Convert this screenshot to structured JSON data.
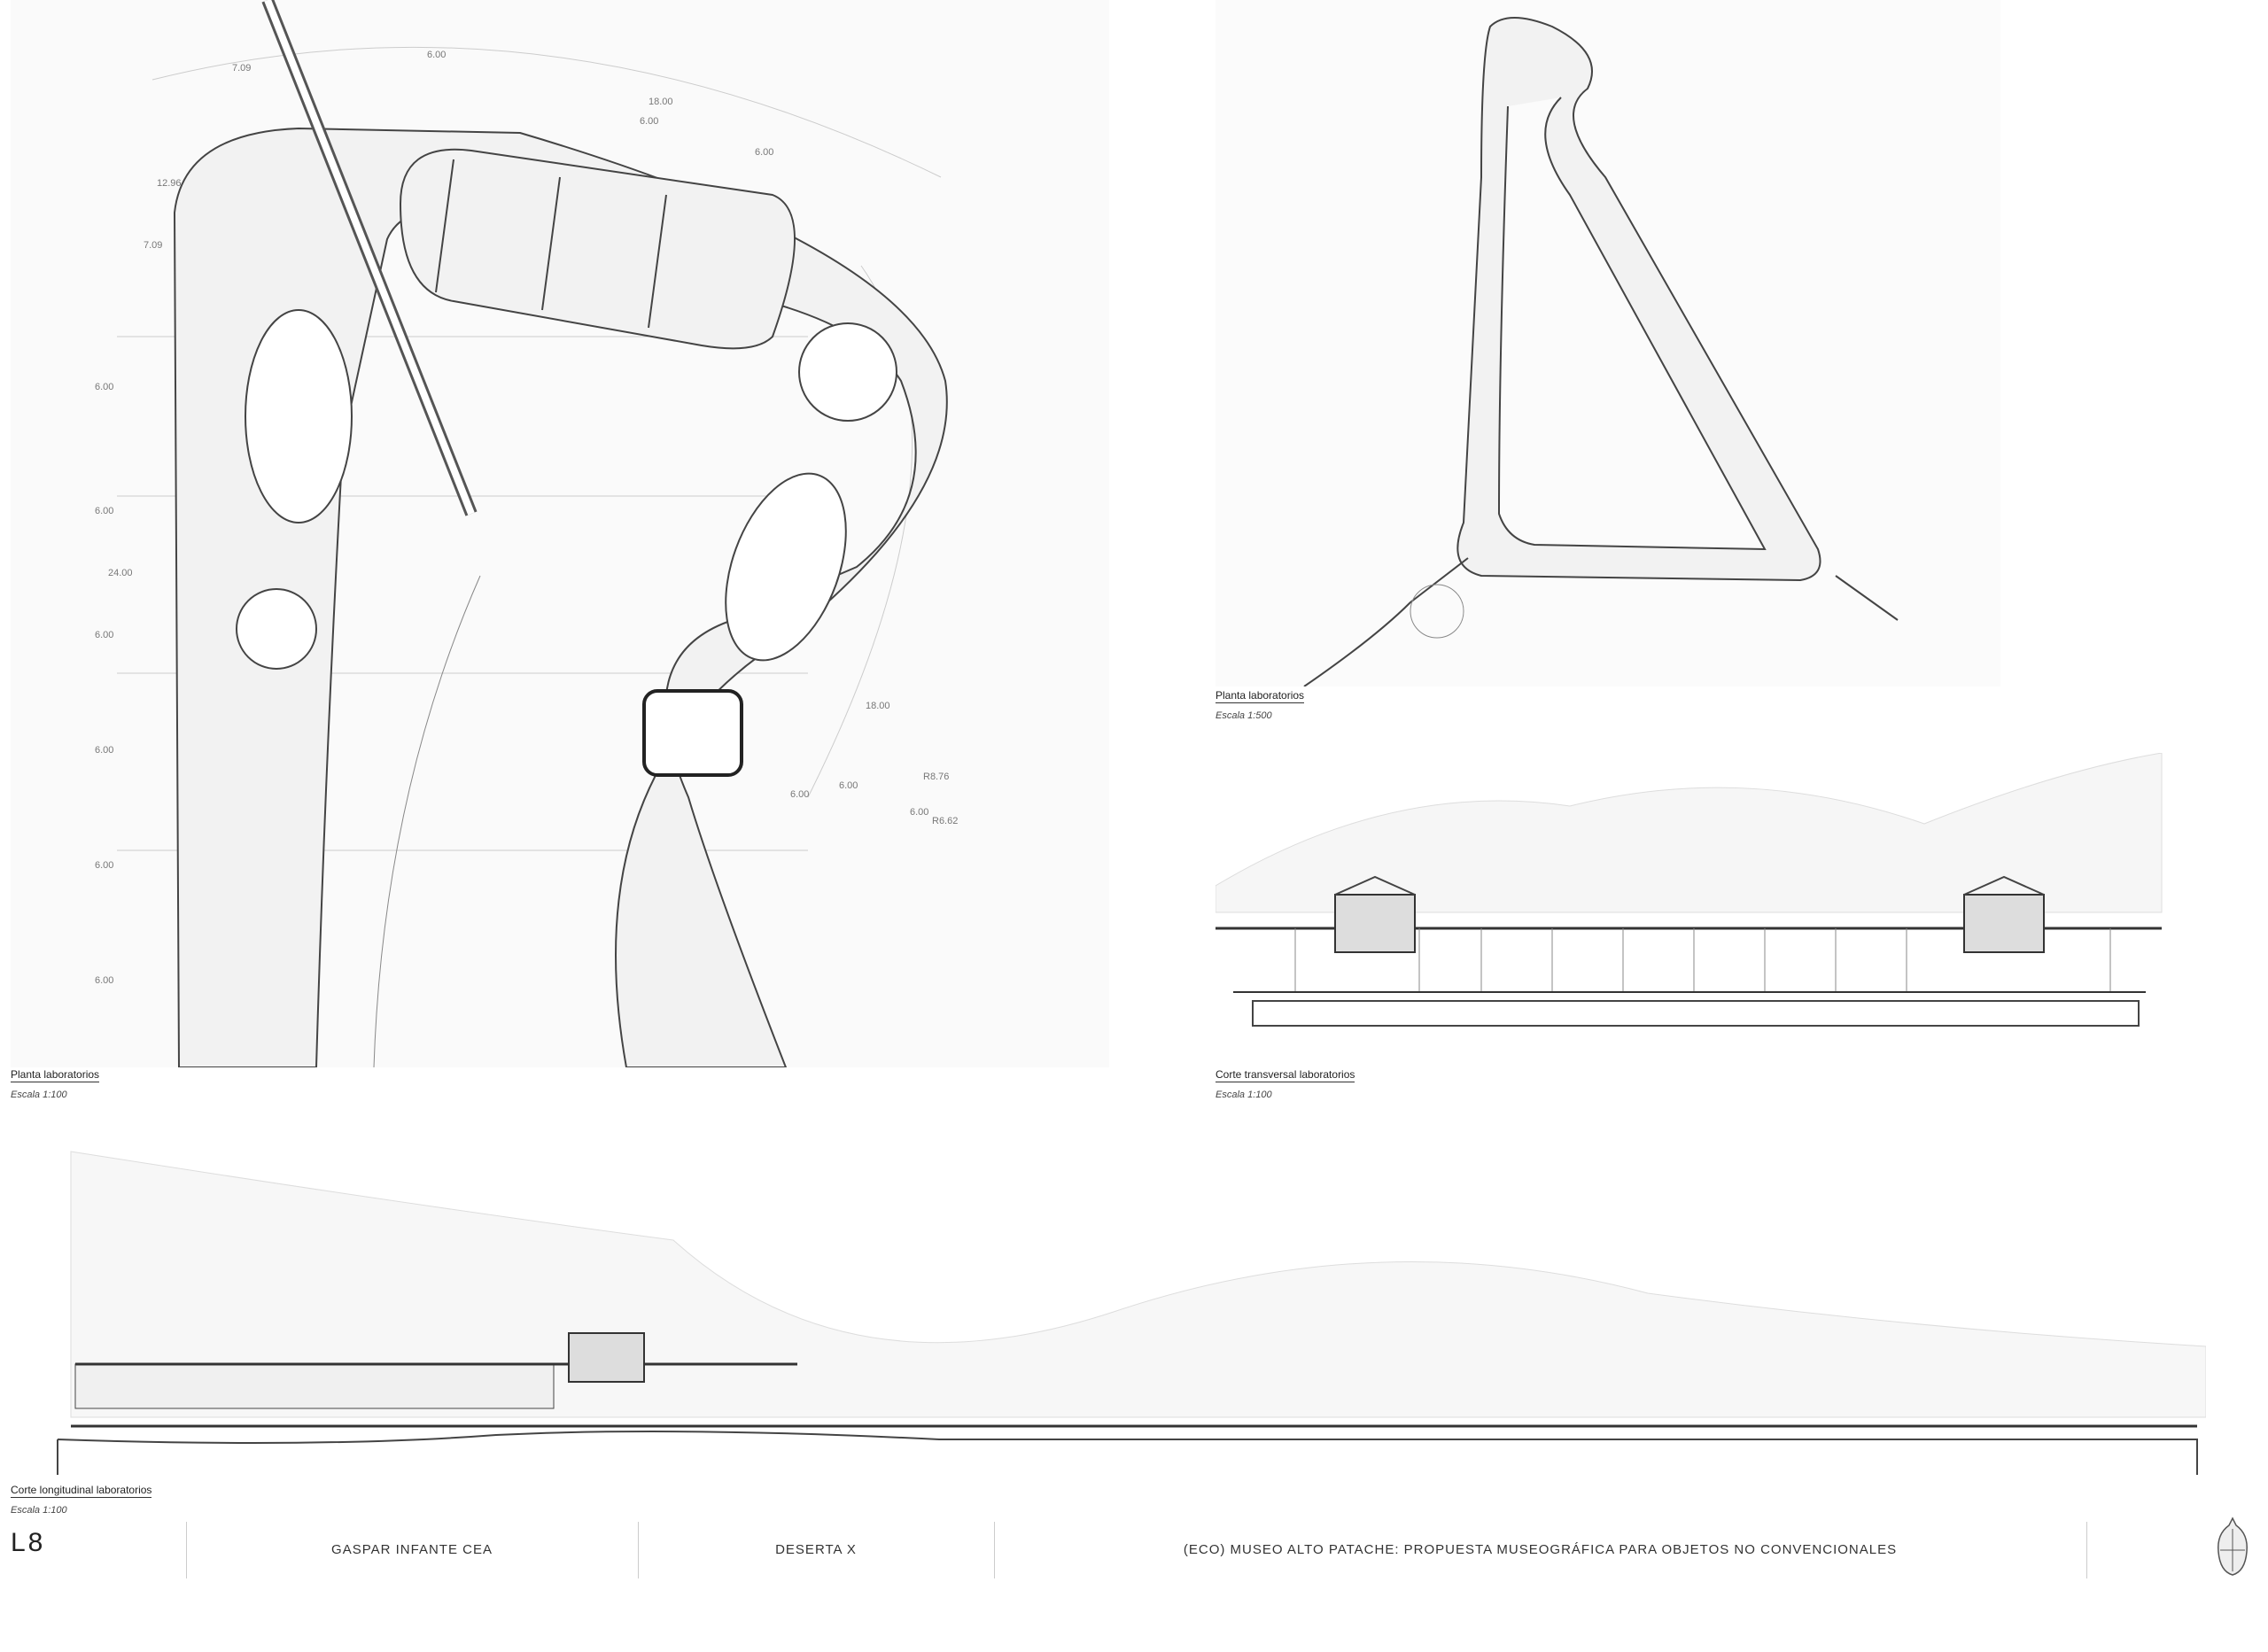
{
  "drawings": [
    {
      "title": "Planta laboratorios",
      "scale": "Escala 1:100"
    },
    {
      "title": "Planta laboratorios",
      "scale": "Escala 1:500"
    },
    {
      "title": "Corte transversal laboratorios",
      "scale": "Escala 1:100"
    },
    {
      "title": "Corte longitudinal laboratorios",
      "scale": "Escala 1:100"
    }
  ],
  "plan_dimensions": [
    "7.09",
    "6.00",
    "18.00",
    "6.00",
    "6.00",
    "12.96",
    "7.09",
    "6.00",
    "6.00",
    "24.00",
    "6.00",
    "6.00",
    "6.00",
    "6.00",
    "18.00",
    "6.00",
    "6.00",
    "6.00",
    "R8.76",
    "R6.62"
  ],
  "footer": {
    "sheet": "L8",
    "author": "GASPAR INFANTE CEA",
    "course": "DESERTA X",
    "project": "(ECO) MUSEO ALTO PATACHE:  PROPUESTA MUSEOGRÁFICA PARA OBJETOS NO CONVENCIONALES",
    "logo_icon": "university-seal-icon"
  }
}
